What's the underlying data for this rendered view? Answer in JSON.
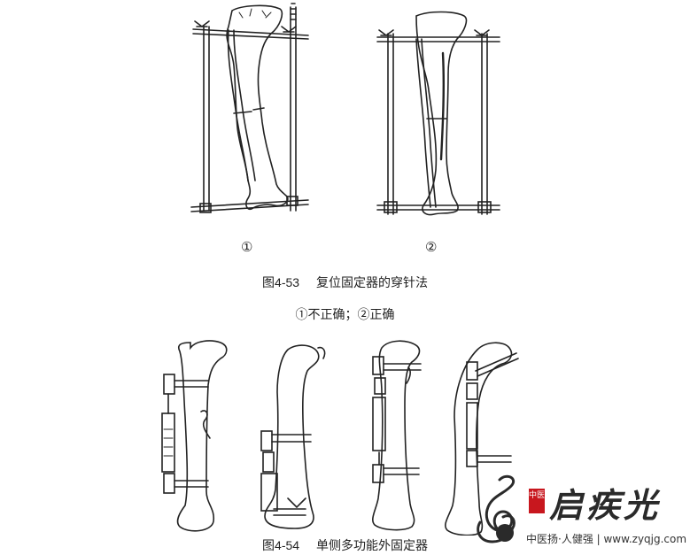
{
  "figure_top": {
    "panel_labels": [
      "①",
      "②"
    ],
    "caption_num": "图4-53",
    "caption_text": "复位固定器的穿针法",
    "sub_caption": "①不正确；②正确"
  },
  "figure_bottom": {
    "caption_num": "图4-54",
    "caption_text": "单侧多功能外固定器"
  },
  "watermark": {
    "title": "启疾光",
    "seal": "中医",
    "subtitle": "中医扬·人健强 | www.zyqjg.com",
    "color_seal": "#c8171e"
  }
}
